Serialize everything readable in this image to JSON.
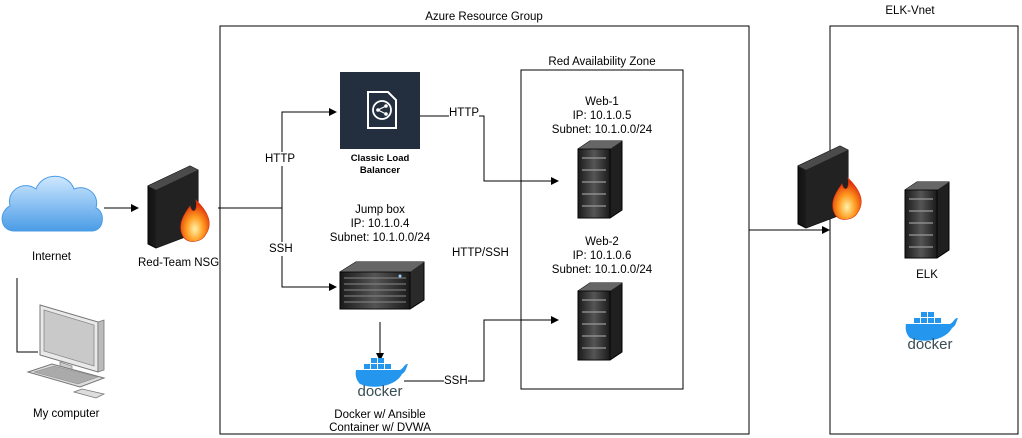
{
  "groups": {
    "resource_group": "Azure Resource Group",
    "availability_zone": "Red Availability Zone",
    "elk_vnet": "ELK-Vnet"
  },
  "nodes": {
    "internet": "Internet",
    "my_computer": "My computer",
    "nsg": "Red-Team NSG",
    "load_balancer": "Classic Load Balancer",
    "jump_box": {
      "name": "Jump box",
      "ip": "IP: 10.1.0.4",
      "subnet": "Subnet: 10.1.0.0/24"
    },
    "web1": {
      "name": "Web-1",
      "ip": "IP: 10.1.0.5",
      "subnet": "Subnet: 10.1.0.0/24"
    },
    "web2": {
      "name": "Web-2",
      "ip": "IP: 10.1.0.6",
      "subnet": "Subnet: 10.1.0.0/24"
    },
    "docker": {
      "line1": "Docker w/ Ansible",
      "line2": "Container w/ DVWA"
    },
    "elk": "ELK",
    "docker_logo_text": "docker"
  },
  "edges": {
    "http_lb": "HTTP",
    "ssh_jump": "SSH",
    "http_web1": "HTTP",
    "http_ssh": "HTTP/SSH",
    "ssh_docker": "SSH"
  },
  "colors": {
    "line": "#000000",
    "cloud": "#3a8fd9",
    "lb_bg": "#232f3e",
    "docker_blue": "#2496ed"
  }
}
